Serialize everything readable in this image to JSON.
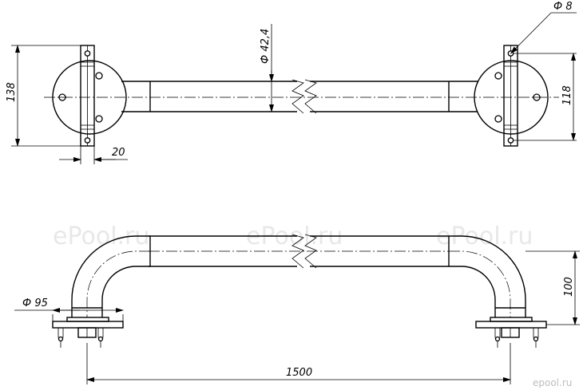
{
  "watermark": {
    "text": "ePool.ru",
    "corner": "epool.ru"
  },
  "dimensions": {
    "height_total": "138",
    "flange_width": "20",
    "tube_diameter": "Ф 42,4",
    "hole_diameter": "Ф 8",
    "hole_spacing": "118",
    "base_diameter": "Ф 95",
    "rail_height": "100",
    "rail_length": "1500"
  }
}
